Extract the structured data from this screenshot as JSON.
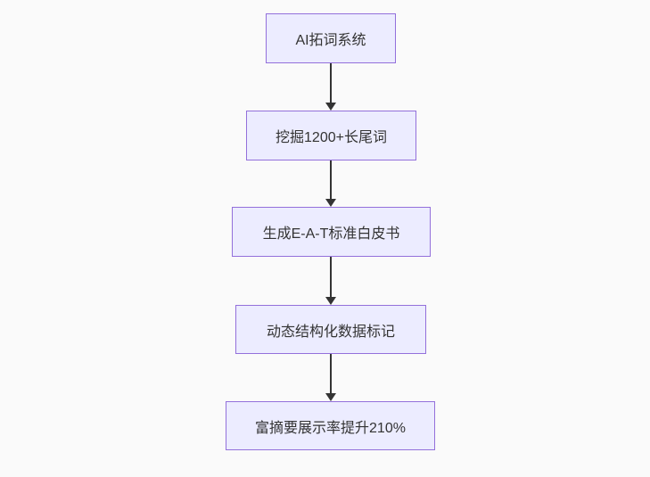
{
  "flowchart": {
    "type": "vertical-flowchart",
    "nodes": [
      {
        "id": "node-1",
        "label": "AI拓词系统"
      },
      {
        "id": "node-2",
        "label": "挖掘1200+长尾词"
      },
      {
        "id": "node-3",
        "label": "生成E-A-T标准白皮书"
      },
      {
        "id": "node-4",
        "label": "动态结构化数据标记"
      },
      {
        "id": "node-5",
        "label": "富摘要展示率提升210%"
      }
    ],
    "edges": [
      {
        "from": "node-1",
        "to": "node-2"
      },
      {
        "from": "node-2",
        "to": "node-3"
      },
      {
        "from": "node-3",
        "to": "node-4"
      },
      {
        "from": "node-4",
        "to": "node-5"
      }
    ],
    "colors": {
      "background": "#fafafa",
      "node_fill": "#ECECFF",
      "node_border": "#9370DB",
      "edge": "#333333",
      "text": "#333333"
    }
  }
}
